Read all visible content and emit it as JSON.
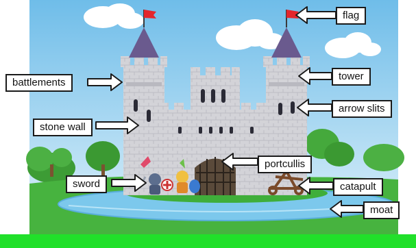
{
  "diagram": {
    "labels": {
      "flag": "flag",
      "battlements": "battlements",
      "tower": "tower",
      "stone_wall": "stone wall",
      "arrow_slits": "arrow slits",
      "portcullis": "portcullis",
      "sword": "sword",
      "catapult": "catapult",
      "moat": "moat"
    }
  },
  "colors": {
    "sky_top": "#7fc4ec",
    "sky_bottom": "#d7eef9",
    "stone": "#cfcfd4",
    "roof": "#6a5a8e",
    "flag": "#e3262d",
    "grass": "#3fae3a",
    "moat": "#6fc0e8",
    "bottom_bar": "#21e02a"
  }
}
